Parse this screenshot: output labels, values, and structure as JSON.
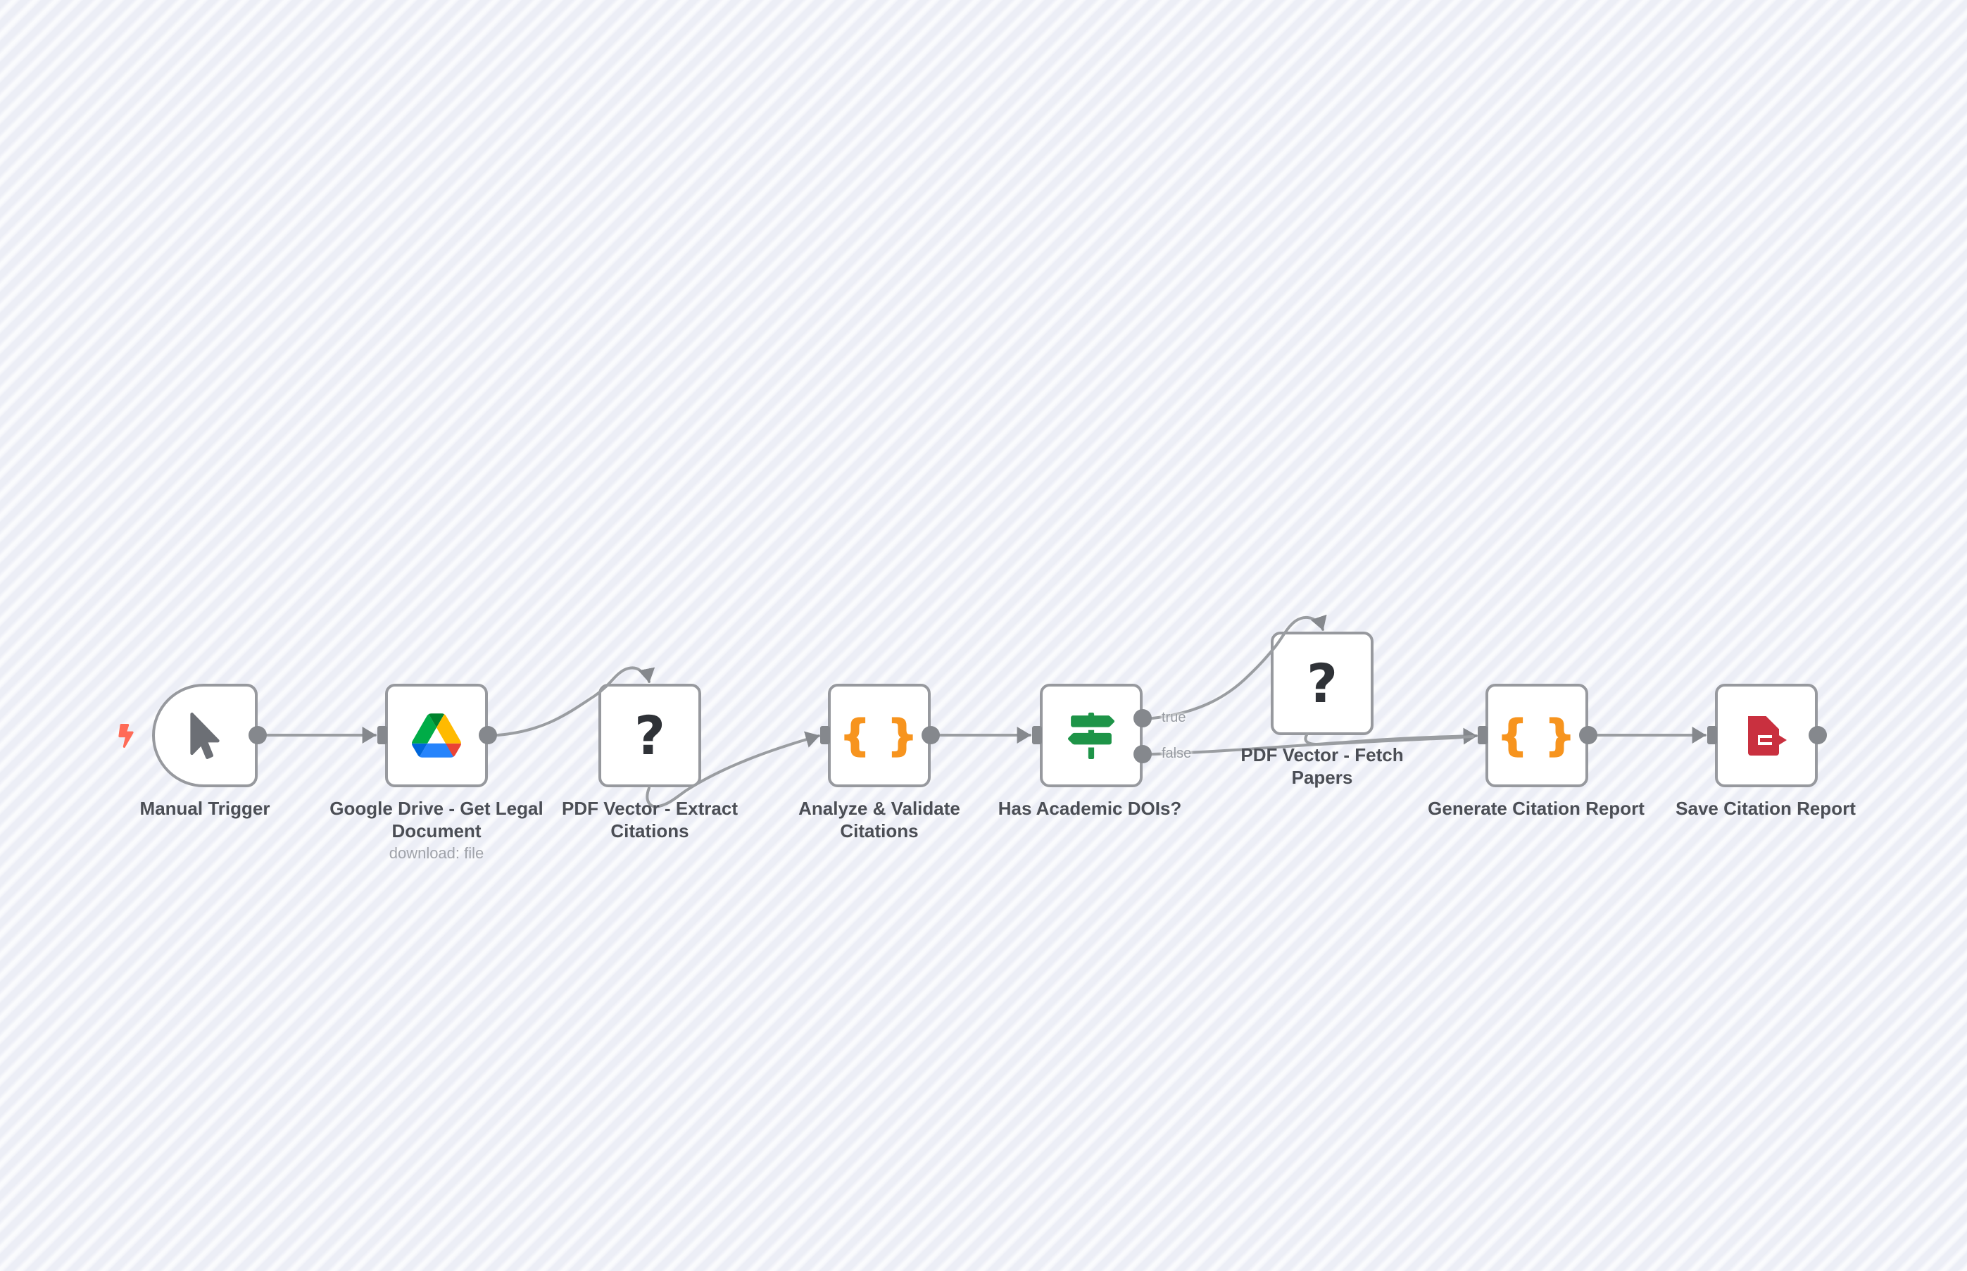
{
  "workflow": {
    "nodes": [
      {
        "id": "manual-trigger",
        "label": "Manual Trigger",
        "icon": "mouse-pointer",
        "kind": "trigger"
      },
      {
        "id": "google-drive-get-legal-document",
        "label": "Google Drive - Get Legal Document",
        "sublabel": "download: file",
        "icon": "google-drive"
      },
      {
        "id": "pdf-vector-extract-citations",
        "label": "PDF Vector - Extract Citations",
        "icon": "question-mark"
      },
      {
        "id": "analyze-validate-citations",
        "label": "Analyze & Validate Citations",
        "icon": "curly-braces"
      },
      {
        "id": "has-academic-dois",
        "label": "Has Academic DOIs?",
        "icon": "signpost",
        "output_labels": [
          "true",
          "false"
        ]
      },
      {
        "id": "pdf-vector-fetch-papers",
        "label": "PDF Vector - Fetch Papers",
        "icon": "question-mark"
      },
      {
        "id": "generate-citation-report",
        "label": "Generate Citation Report",
        "icon": "curly-braces"
      },
      {
        "id": "save-citation-report",
        "label": "Save Citation Report",
        "icon": "file-export"
      }
    ],
    "connections": [
      {
        "from": "manual-trigger",
        "to": "google-drive-get-legal-document"
      },
      {
        "from": "google-drive-get-legal-document",
        "to": "pdf-vector-extract-citations"
      },
      {
        "from": "pdf-vector-extract-citations",
        "to": "analyze-validate-citations"
      },
      {
        "from": "analyze-validate-citations",
        "to": "has-academic-dois"
      },
      {
        "from": "has-academic-dois",
        "to": "pdf-vector-fetch-papers",
        "label": "true"
      },
      {
        "from": "has-academic-dois",
        "to": "generate-citation-report",
        "label": "false"
      },
      {
        "from": "pdf-vector-fetch-papers",
        "to": "generate-citation-report"
      },
      {
        "from": "generate-citation-report",
        "to": "save-citation-report"
      }
    ]
  },
  "icons": {
    "question_mark": "?",
    "curly_braces": "{ }"
  },
  "colors": {
    "wire": "#9a9da1",
    "port": "#85888d",
    "node_border": "#97999e",
    "brace_orange": "#f7941e",
    "signpost_green": "#1e9448",
    "file_export_red": "#c9303f",
    "trigger_bolt": "#ff6b57",
    "google_drive": {
      "blue": "#0066da",
      "green": "#00ac47",
      "red": "#ea4335",
      "dark_green": "#00832d",
      "light_blue": "#2684fc",
      "yellow": "#ffba00"
    }
  }
}
